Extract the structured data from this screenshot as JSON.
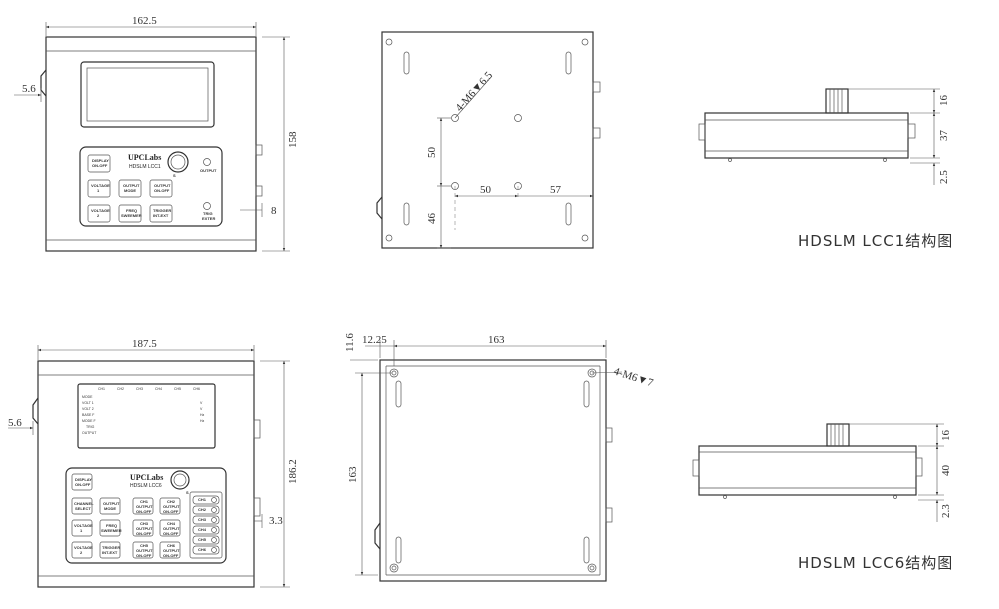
{
  "lcc1": {
    "caption": "HDSLM  LCC1结构图",
    "front": {
      "dims": {
        "width": "162.5",
        "height": "158",
        "left_offset": "5.6",
        "right_offset": "8"
      },
      "brand": "UPCLabs",
      "model": "HDSLM  LCC1",
      "buttons": [
        {
          "l1": "DISPLAY",
          "l2": "ON-OFF"
        },
        {
          "l1": "VOLTAGE",
          "l2": "1"
        },
        {
          "l1": "OUTPUT",
          "l2": "MODE"
        },
        {
          "l1": "OUTPUT",
          "l2": "ON-OFF"
        },
        {
          "l1": "VOLTAGE",
          "l2": "2"
        },
        {
          "l1": "FREQ",
          "l2": "SWEEMER"
        },
        {
          "l1": "TRIGGER",
          "l2": "INT-EXT"
        }
      ],
      "led_labels": [
        "OUTPUT",
        "TRIG",
        "EXTER"
      ],
      "knob_label": "S"
    },
    "rear": {
      "dims": {
        "hole_note": "4-M6▼6.5",
        "v_spacing": "50",
        "h_spacing": "50",
        "right_offset": "57",
        "bottom_offset": "46"
      }
    },
    "side": {
      "dims": {
        "knob": "16",
        "body": "37",
        "foot": "2.5"
      }
    }
  },
  "lcc6": {
    "caption": "HDSLM  LCC6结构图",
    "front": {
      "dims": {
        "width": "187.5",
        "height": "186.2",
        "left_offset": "5.6",
        "right_offset": "3.3"
      },
      "brand": "UPCLabs",
      "model": "HDSLM  LCC6",
      "channels_header": [
        "CH1",
        "CH2",
        "CH3",
        "CH4",
        "CH5",
        "CH6"
      ],
      "screen_rows": [
        "MODE",
        "VOLT 1",
        "VOLT 2",
        "BASE F",
        "MODE F",
        "TRIG",
        "OUTPUT"
      ],
      "screen_units": [
        "V",
        "V",
        "Hz",
        "Hz"
      ],
      "left_buttons": [
        {
          "l1": "DISPLAY",
          "l2": "ON-OFF"
        },
        {
          "l1": "CHANNEL",
          "l2": "SELECT"
        },
        {
          "l1": "OUTPUT",
          "l2": "MODE"
        },
        {
          "l1": "VOLTAGE",
          "l2": "1"
        },
        {
          "l1": "FREQ",
          "l2": "SWEEMER"
        },
        {
          "l1": "VOLTAGE",
          "l2": "2"
        },
        {
          "l1": "TRIGGER",
          "l2": "INT-EXT"
        }
      ],
      "channel_buttons": [
        {
          "l1": "CH1",
          "l2": "OUTPUT",
          "l3": "ON-OFF"
        },
        {
          "l1": "CH2",
          "l2": "OUTPUT",
          "l3": "ON-OFF"
        },
        {
          "l1": "CH3",
          "l2": "OUTPUT",
          "l3": "ON-OFF"
        },
        {
          "l1": "CH4",
          "l2": "OUTPUT",
          "l3": "ON-OFF"
        },
        {
          "l1": "CH5",
          "l2": "OUTPUT",
          "l3": "ON-OFF"
        },
        {
          "l1": "CH6",
          "l2": "OUTPUT",
          "l3": "ON-OFF"
        }
      ],
      "ch_leds": [
        "CH1",
        "CH2",
        "CH3",
        "CH4",
        "CH5",
        "CH6"
      ],
      "knob_label": "S"
    },
    "rear": {
      "dims": {
        "width": "163",
        "height": "163",
        "top_offset": "11.6",
        "left_offset": "12.25",
        "hole_note": "4-M6▼7"
      }
    },
    "side": {
      "dims": {
        "knob": "16",
        "body": "40",
        "foot": "2.3"
      }
    }
  }
}
